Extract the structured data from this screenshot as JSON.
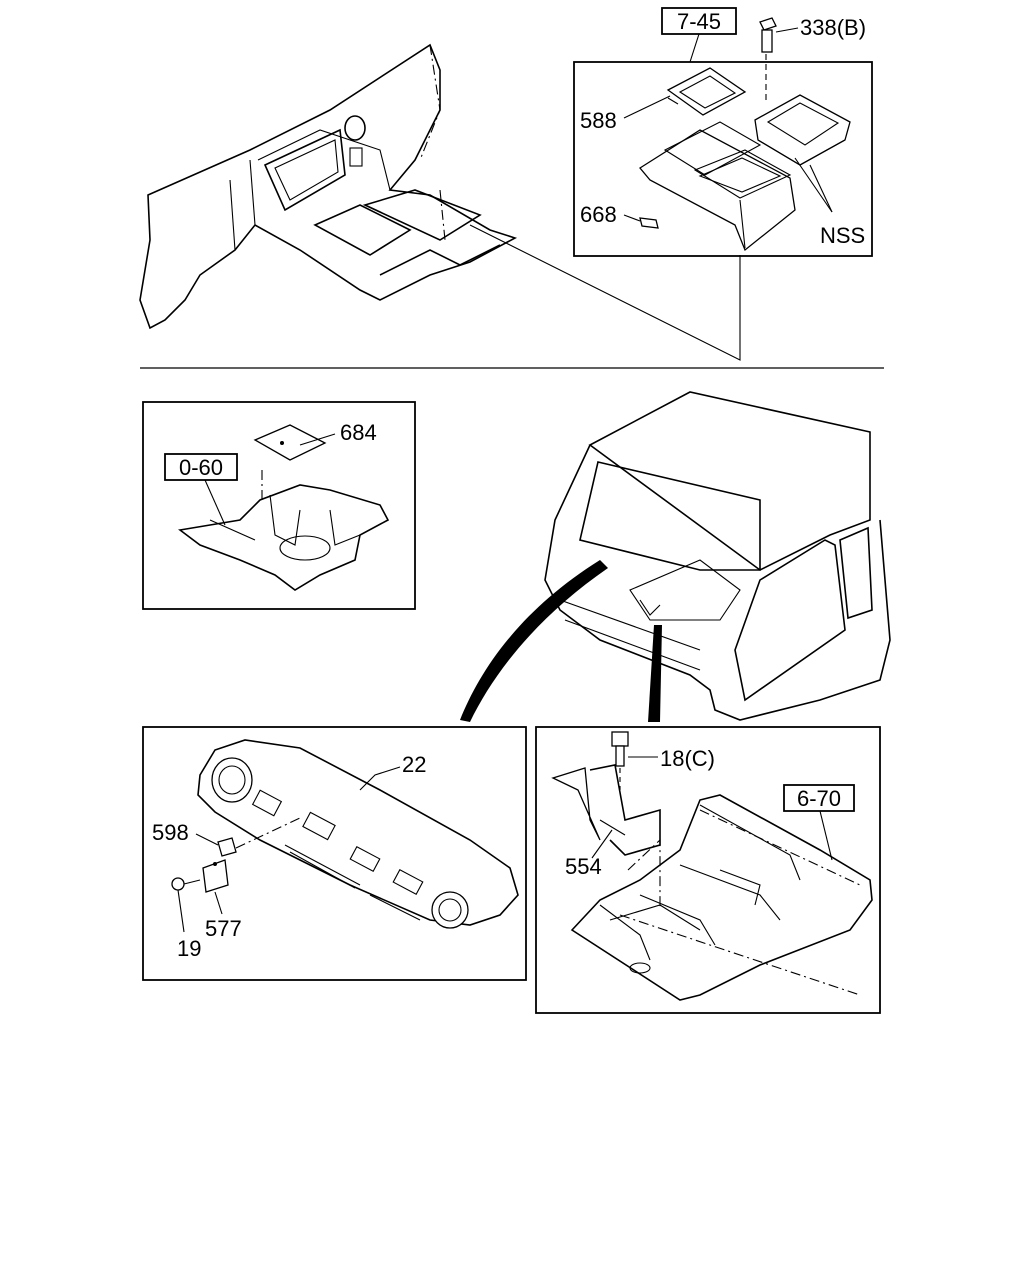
{
  "refs": {
    "r745": "7-45",
    "r060": "0-60",
    "r670": "6-70"
  },
  "parts": {
    "p338b": "338(B)",
    "p588": "588",
    "p668": "668",
    "nss": "NSS",
    "p684": "684",
    "p22": "22",
    "p598": "598",
    "p19": "19",
    "p577": "577",
    "p18c": "18(C)",
    "p554": "554"
  }
}
